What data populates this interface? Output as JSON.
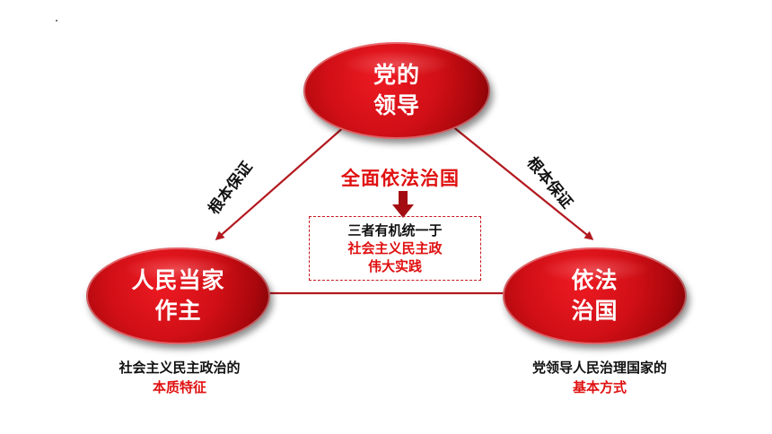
{
  "nodes": {
    "top": [
      "党的",
      "领导"
    ],
    "left": [
      "人民当家",
      "作主"
    ],
    "right": [
      "依法",
      "治国"
    ]
  },
  "edge_labels": {
    "left": "根本保证",
    "right": "根本保证"
  },
  "center": {
    "title": "全面依法治国",
    "box_line1": "三者有机统一于",
    "box_line2": "社会主义民主政",
    "box_line3": "伟大实践"
  },
  "captions": {
    "left_line1": "社会主义民主政治的",
    "left_line2": "本质特征",
    "right_line1": "党领导人民治理国家的",
    "right_line2": "基本方式"
  },
  "colors": {
    "node_red": "#d10f16",
    "text_red": "#e01010",
    "line_red": "#b3191f"
  }
}
